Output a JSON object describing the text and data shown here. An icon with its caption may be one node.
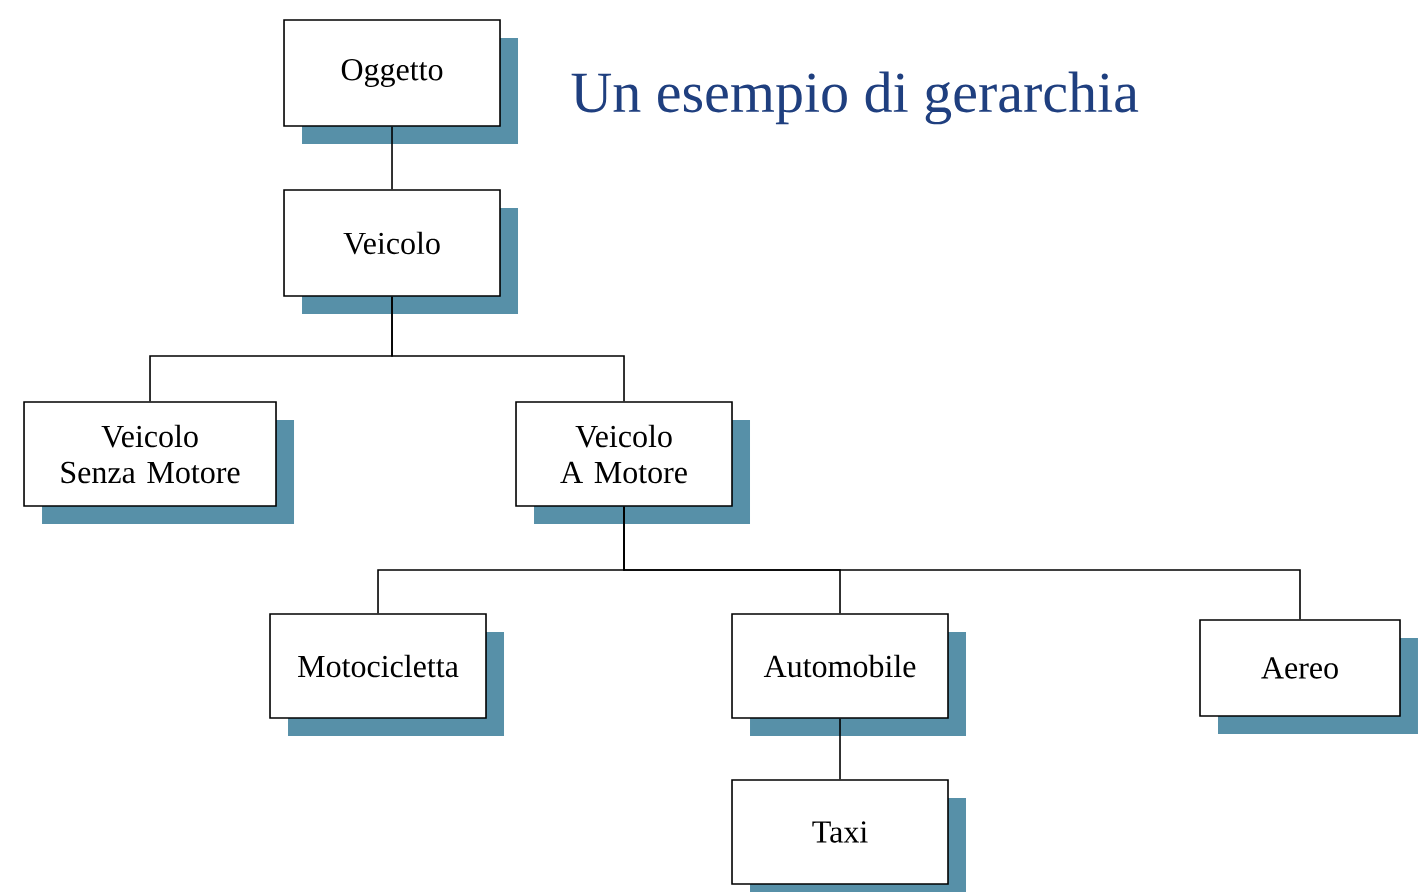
{
  "diagram": {
    "title": "Un esempio di gerarchia",
    "nodes": [
      {
        "text": [
          "Oggetto"
        ]
      },
      {
        "text": [
          "Veicolo"
        ]
      },
      {
        "text": [
          "Veicolo Senza Motore"
        ]
      },
      {
        "text": [
          "Veicolo A Motore"
        ]
      },
      {
        "text": [
          "Motocicletta"
        ]
      },
      {
        "text": [
          "Automobile"
        ]
      },
      {
        "text": [
          "Aereo"
        ]
      },
      {
        "text": [
          "Taxi"
        ]
      }
    ],
    "edges": [
      {
        "from": 0,
        "to": 1,
        "arrow": "none"
      },
      {
        "from": 1,
        "to": 2,
        "arrow": "none"
      },
      {
        "from": 1,
        "to": 3,
        "arrow": "none"
      },
      {
        "from": 3,
        "to": 4,
        "arrow": "none"
      },
      {
        "from": 3,
        "to": 5,
        "arrow": "none"
      },
      {
        "from": 3,
        "to": 6,
        "arrow": "none"
      },
      {
        "from": 5,
        "to": 7,
        "arrow": "none"
      }
    ]
  }
}
